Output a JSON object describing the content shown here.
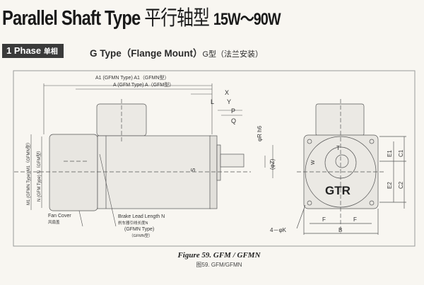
{
  "header": {
    "title": "Parallel Shaft Type",
    "title_cn": "平行轴型",
    "power_range": "15W～90W"
  },
  "badge": {
    "label": "1 Phase",
    "label_cn": "单相"
  },
  "subtitle": {
    "label": "G Type（Flange Mount）",
    "label_cn": "G型（法兰安装）"
  },
  "drawing": {
    "dims": {
      "a1": "A1 (GFMN Type)  A1（GFMN型）",
      "a": "A (GFM Type)  A（GFM型）",
      "x": "X",
      "y": "Y",
      "l": "L",
      "p": "P",
      "q": "Q",
      "r": "φR h6",
      "z": "(φZ)",
      "s": "S",
      "m1": "M1 (GFMN Type)  M1（GFMN型）",
      "n": "N (GFM Type)  N（GFM型）",
      "t": "T",
      "w": "W",
      "e1": "E1",
      "e2": "E2",
      "c1": "C1",
      "c2": "C2",
      "f": "F",
      "b": "B",
      "k": "4－φK"
    },
    "labels": {
      "fan_cover": "Fan Cover",
      "fan_cover_cn": "风扇盖",
      "brake_lead": "Brake Lead Length N",
      "brake_lead_cn": "刹车器引线长度N",
      "brake_type": "(GFMN Type)",
      "brake_type_cn": "（GFMN型）",
      "brand": "GTR"
    }
  },
  "caption": {
    "figure": "Figure 59. GFM / GFMN",
    "figure_cn": "图59. GFM/GFMN"
  }
}
